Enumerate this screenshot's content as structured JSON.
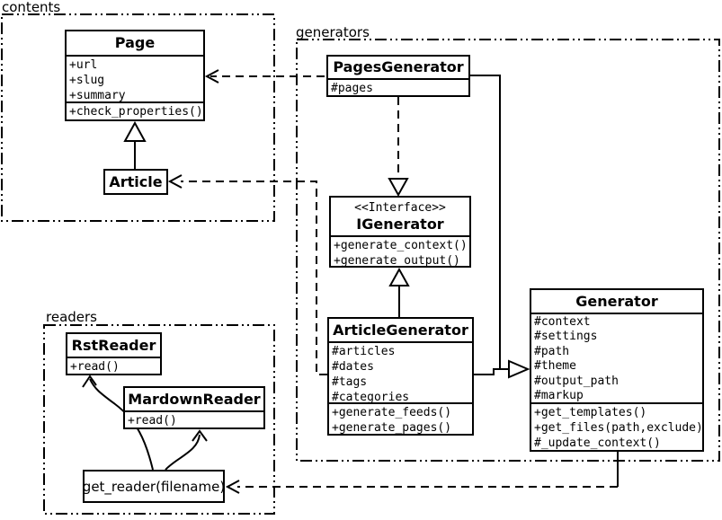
{
  "packages": {
    "contents": {
      "label": "contents"
    },
    "generators": {
      "label": "generators"
    },
    "readers": {
      "label": "readers"
    }
  },
  "classes": {
    "page": {
      "name": "Page",
      "attributes": [
        "+url",
        "+slug",
        "+summary"
      ],
      "methods": [
        "+check_properties()"
      ]
    },
    "article": {
      "name": "Article"
    },
    "pages_generator": {
      "name": "PagesGenerator",
      "attributes": [
        "#pages"
      ]
    },
    "igenerator": {
      "stereotype": "<<Interface>>",
      "name": "IGenerator",
      "methods": [
        "+generate_context()",
        "+generate_output()"
      ]
    },
    "article_generator": {
      "name": "ArticleGenerator",
      "attributes": [
        "#articles",
        "#dates",
        "#tags",
        "#categories"
      ],
      "methods": [
        "+generate_feeds()",
        "+generate_pages()"
      ]
    },
    "generator": {
      "name": "Generator",
      "attributes": [
        "#context",
        "#settings",
        "#path",
        "#theme",
        "#output_path",
        "#markup"
      ],
      "methods": [
        "+get_templates()",
        "+get_files(path,exclude)",
        "#_update_context()"
      ]
    },
    "rst_reader": {
      "name": "RstReader",
      "methods": [
        "+read()"
      ]
    },
    "mardown_reader": {
      "name": "MardownReader",
      "methods": [
        "+read()"
      ]
    },
    "get_reader": {
      "label": "get_reader(filename)"
    }
  },
  "relationships": [
    {
      "from": "Article",
      "to": "Page",
      "type": "inheritance"
    },
    {
      "from": "PagesGenerator",
      "to": "Page",
      "type": "dependency"
    },
    {
      "from": "ArticleGenerator",
      "to": "Article",
      "type": "dependency"
    },
    {
      "from": "PagesGenerator",
      "to": "IGenerator",
      "type": "realization"
    },
    {
      "from": "ArticleGenerator",
      "to": "IGenerator",
      "type": "realization"
    },
    {
      "from": "PagesGenerator",
      "to": "Generator",
      "type": "inheritance"
    },
    {
      "from": "ArticleGenerator",
      "to": "Generator",
      "type": "inheritance"
    },
    {
      "from": "Generator",
      "to": "get_reader(filename)",
      "type": "dependency"
    },
    {
      "from": "get_reader(filename)",
      "to": "RstReader",
      "type": "call"
    },
    {
      "from": "get_reader(filename)",
      "to": "MardownReader",
      "type": "call"
    }
  ],
  "colors": {
    "line": "#000000",
    "background": "#ffffff",
    "box_fill": "#ffffff"
  }
}
